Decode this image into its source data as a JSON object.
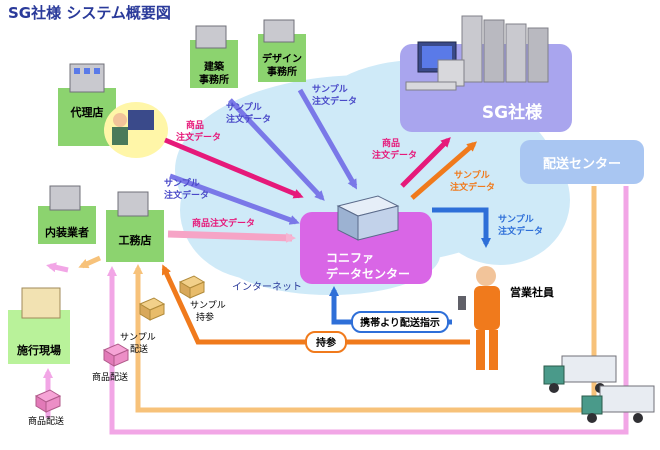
{
  "title": "SG社様 システム概要図",
  "nodes": {
    "sg": "SG社様",
    "delivery": "配送センター",
    "dc_line1": "コニファ",
    "dc_line2": "データセンター",
    "dairiten": "代理店",
    "kenchiku_1": "建築",
    "kenchiku_2": "事務所",
    "design_1": "デザイン",
    "design_2": "事務所",
    "naisou": "内装業者",
    "koumuten": "工務店",
    "genba": "施行現場",
    "eigyo": "営業社員",
    "internet": "インターネット"
  },
  "edge_labels": {
    "a_product_1": "商品",
    "a_product_2": "注文データ",
    "b_sample_1": "サンプル",
    "b_sample_2": "注文データ",
    "c_sample_1": "サンプル",
    "c_sample_2": "注文データ",
    "d_sample_1": "サンプル",
    "d_sample_2": "注文データ",
    "koumuten_order": "商品注文データ",
    "e_product_1": "商品",
    "e_product_2": "注文データ",
    "f_sample_1": "サンプル",
    "f_sample_2": "注文データ",
    "g_sample_1": "サンプル",
    "g_sample_2": "注文データ",
    "mobile": "携帯より配送指示",
    "jisan": "持参",
    "sample_jisan_1": "サンプル",
    "sample_jisan_2": "持参",
    "sample_haisou_1": "サンプル",
    "sample_haisou_2": "配送",
    "product_haisou_a": "商品配送",
    "product_haisou_b": "商品配送"
  },
  "colors": {
    "title": "#2a3a9a",
    "magenta": "#e6197a",
    "purple_blue": "#7a78e8",
    "orange": "#f07a1c",
    "blue": "#2e6fd8",
    "light_orange": "#f7c27a",
    "light_pink": "#f2a6e6",
    "internet_cloud": "#cfeaf8",
    "dc_box": "#d966e6",
    "sg_box": "#a9a5ee",
    "delivery_box": "#a9c6f2",
    "label_box": "#8cd36f"
  }
}
